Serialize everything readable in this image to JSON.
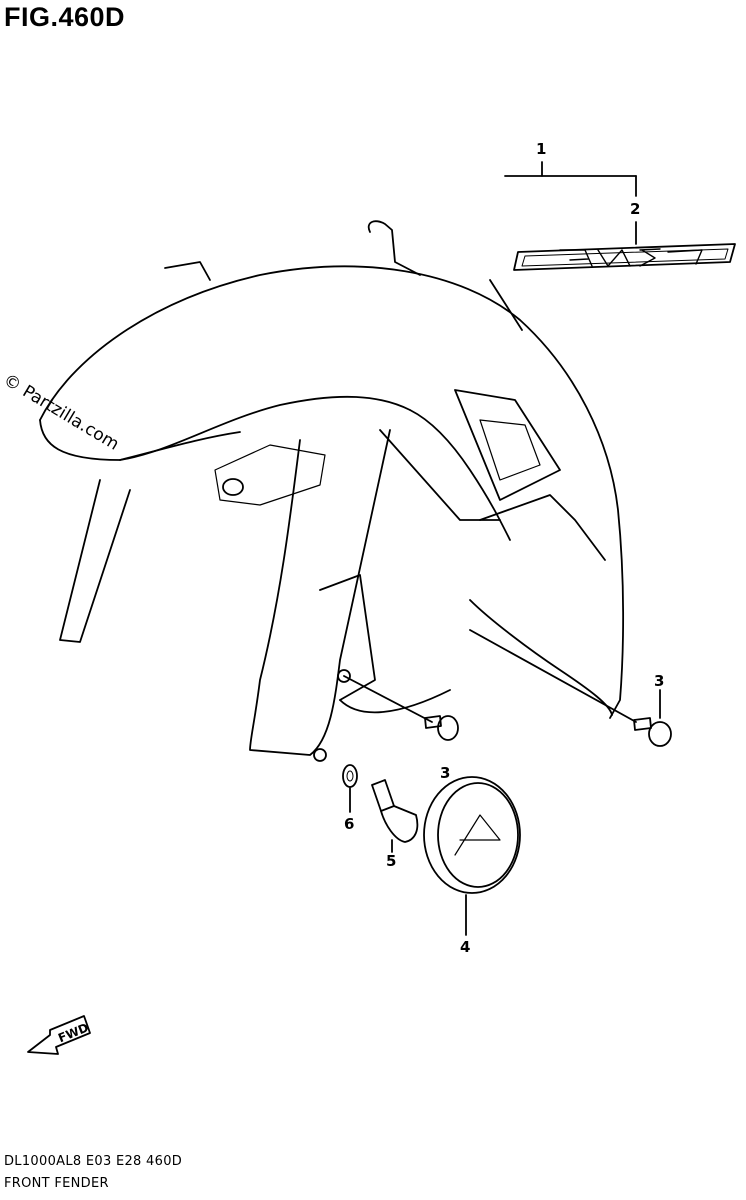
{
  "figure": {
    "title": "FIG.460D",
    "watermark": "© Partzilla.com",
    "fwd_label": "FWD"
  },
  "callouts": [
    {
      "id": "1",
      "label": "1"
    },
    {
      "id": "2",
      "label": "2"
    },
    {
      "id": "3a",
      "label": "3"
    },
    {
      "id": "3b",
      "label": "3"
    },
    {
      "id": "4",
      "label": "4"
    },
    {
      "id": "5",
      "label": "5"
    },
    {
      "id": "6",
      "label": "6"
    }
  ],
  "footer": {
    "model_code": "DL1000AL8  E03  E28  460D",
    "section_name": "FRONT FENDER"
  }
}
